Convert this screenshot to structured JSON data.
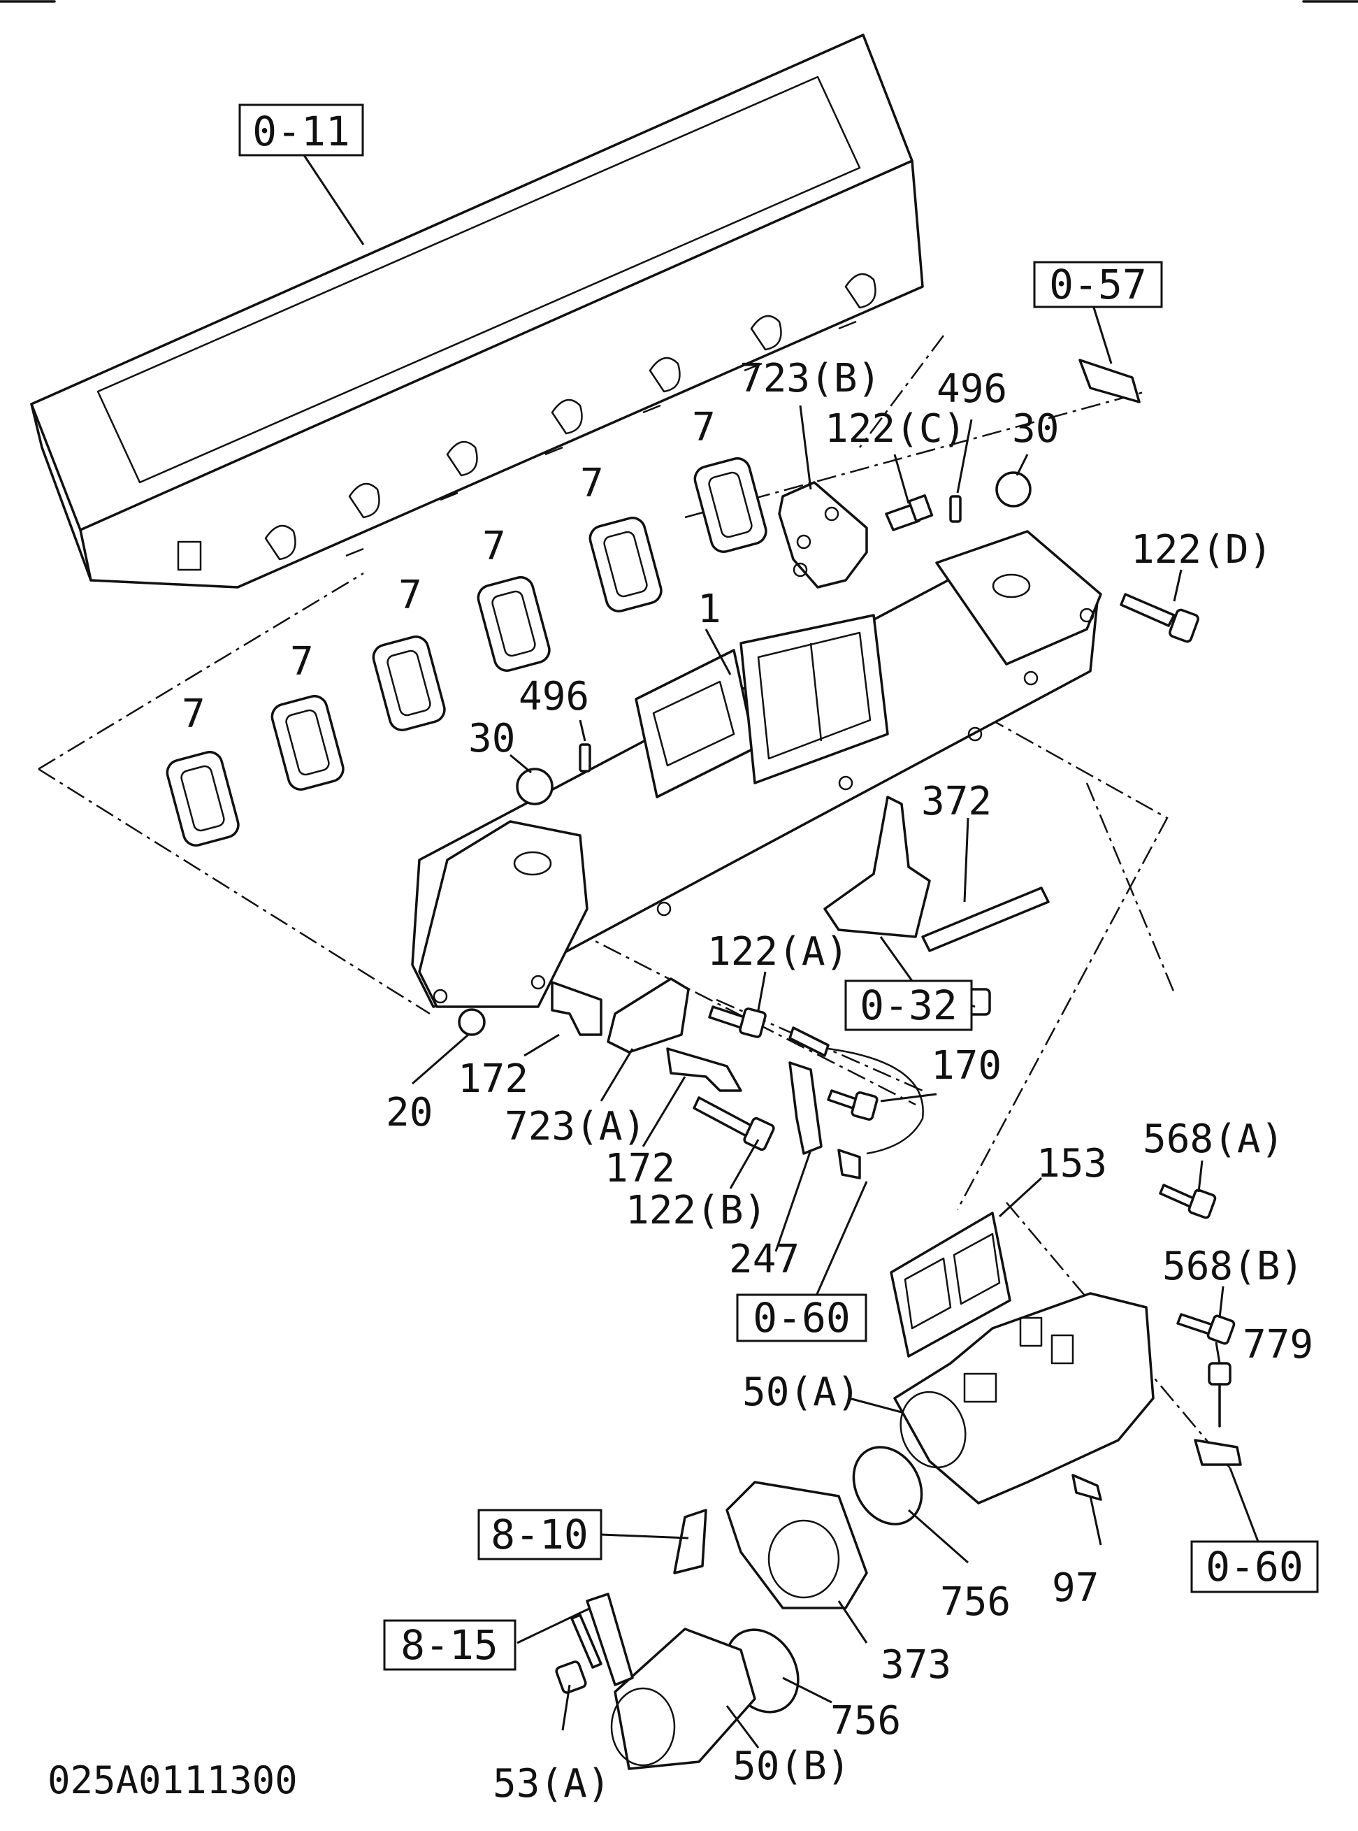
{
  "diagram_code": "025A0111300",
  "reference_boxes": {
    "ref_0_11": "0-11",
    "ref_0_57": "0-57",
    "ref_0_32": "0-32",
    "ref_0_60_upper": "0-60",
    "ref_0_60_lower": "0-60",
    "ref_8_10": "8-10",
    "ref_8_15": "8-15"
  },
  "callouts": {
    "c_723b": "723(B)",
    "c_122c": "122(C)",
    "c_496_top": "496",
    "c_30_top": "30",
    "c_122d": "122(D)",
    "c_7_a": "7",
    "c_7_b": "7",
    "c_7_c": "7",
    "c_7_d": "7",
    "c_7_e": "7",
    "c_7_f": "7",
    "c_1": "1",
    "c_496_low": "496",
    "c_30_low": "30",
    "c_372": "372",
    "c_122a": "122(A)",
    "c_170": "170",
    "c_20": "20",
    "c_172_a": "172",
    "c_723a": "723(A)",
    "c_172_b": "172",
    "c_122b": "122(B)",
    "c_247": "247",
    "c_153": "153",
    "c_568a": "568(A)",
    "c_568b": "568(B)",
    "c_779": "779",
    "c_50a": "50(A)",
    "c_756_a": "756",
    "c_97": "97",
    "c_373": "373",
    "c_756_b": "756",
    "c_50b": "50(B)",
    "c_53a": "53(A)"
  }
}
